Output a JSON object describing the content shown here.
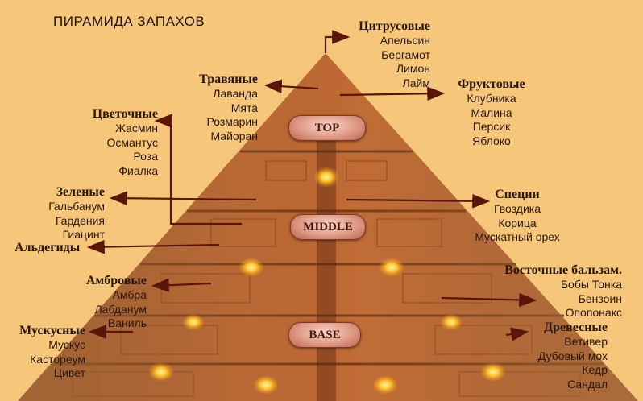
{
  "title": "ПИРАМИДА ЗАПАХОВ",
  "levels": {
    "top": "TOP",
    "middle": "MIDDLE",
    "base": "BASE"
  },
  "groups": {
    "citrus": {
      "name": "Цитрусовые",
      "items": [
        "Апельсин",
        "Бергамот",
        "Лимон",
        "Лайм"
      ]
    },
    "herbal": {
      "name": "Травяные",
      "items": [
        "Лаванда",
        "Мята",
        "Розмарин",
        "Майоран"
      ]
    },
    "fruity": {
      "name": "Фруктовые",
      "items": [
        "Клубника",
        "Малина",
        "Персик",
        "Яблоко"
      ]
    },
    "floral": {
      "name": "Цветочные",
      "items": [
        "Жасмин",
        "Османтус",
        "Роза",
        "Фиалка"
      ]
    },
    "green": {
      "name": "Зеленые",
      "items": [
        "Гальбанум",
        "Гардения",
        "Гиацинт"
      ]
    },
    "aldehyde": {
      "name": "Альдегиды",
      "items": []
    },
    "spices": {
      "name": "Специи",
      "items": [
        "Гвоздика",
        "Корица",
        "Мускатный орех"
      ]
    },
    "amber": {
      "name": "Амбровые",
      "items": [
        "Амбра",
        "Лабданум",
        "Ваниль"
      ]
    },
    "musk": {
      "name": "Мускусные",
      "items": [
        "Мускус",
        "Кастореум",
        "Цивет"
      ]
    },
    "oriental": {
      "name": "Восточные бальзам.",
      "items": [
        "Бобы Тонка",
        "Бензоин",
        "Опопонакс"
      ]
    },
    "woody": {
      "name": "Древесные",
      "items": [
        "Ветивер",
        "Дубовый мох",
        "Кедр",
        "Сандал"
      ]
    }
  },
  "colors": {
    "background": "#f6c77b",
    "pyramid": "#a4552a",
    "arrow": "#5a1608",
    "glow": "#ffcf3a"
  }
}
